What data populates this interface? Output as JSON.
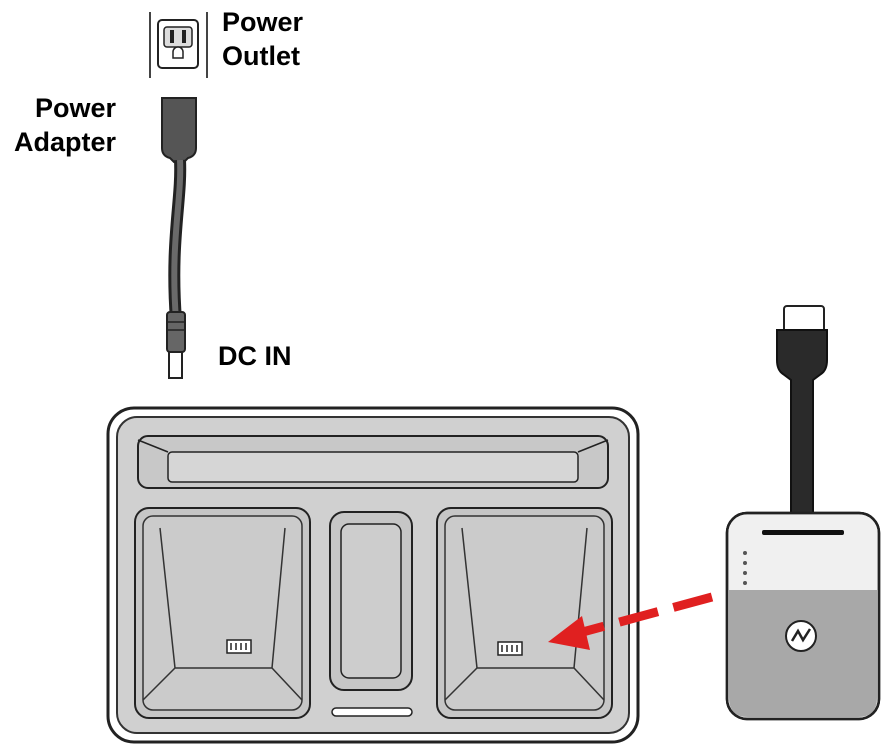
{
  "labels": {
    "power_outlet_line1": "Power",
    "power_outlet_line2": "Outlet",
    "power_adapter_line1": "Power",
    "power_adapter_line2": "Adapter",
    "dc_in": "DC IN"
  },
  "colors": {
    "line": "#1a1a1a",
    "tray_fill": "#d0d0d0",
    "tray_inner": "#c4c4c4",
    "adapter_dark": "#555555",
    "dongle_top": "#efefef",
    "dongle_bottom": "#a8a8a8",
    "arrow": "#e02020"
  },
  "icons": {
    "outlet": "power-outlet-icon",
    "dongle_logo": "wireless-logo-icon"
  }
}
